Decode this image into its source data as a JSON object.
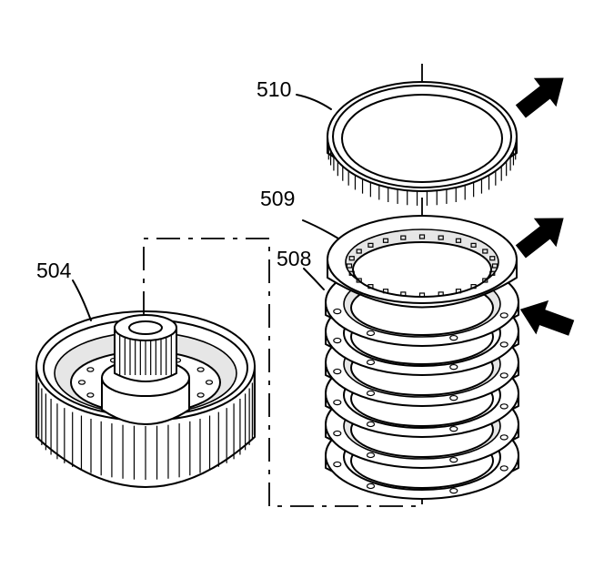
{
  "callouts": {
    "c510": "510",
    "c509": "509",
    "c508": "508",
    "c504": "504"
  },
  "arrows": [
    "arrow-510",
    "arrow-509",
    "arrow-508"
  ],
  "colors": {
    "line": "#000000",
    "background": "#ffffff",
    "shade": "#e6e6e6"
  }
}
